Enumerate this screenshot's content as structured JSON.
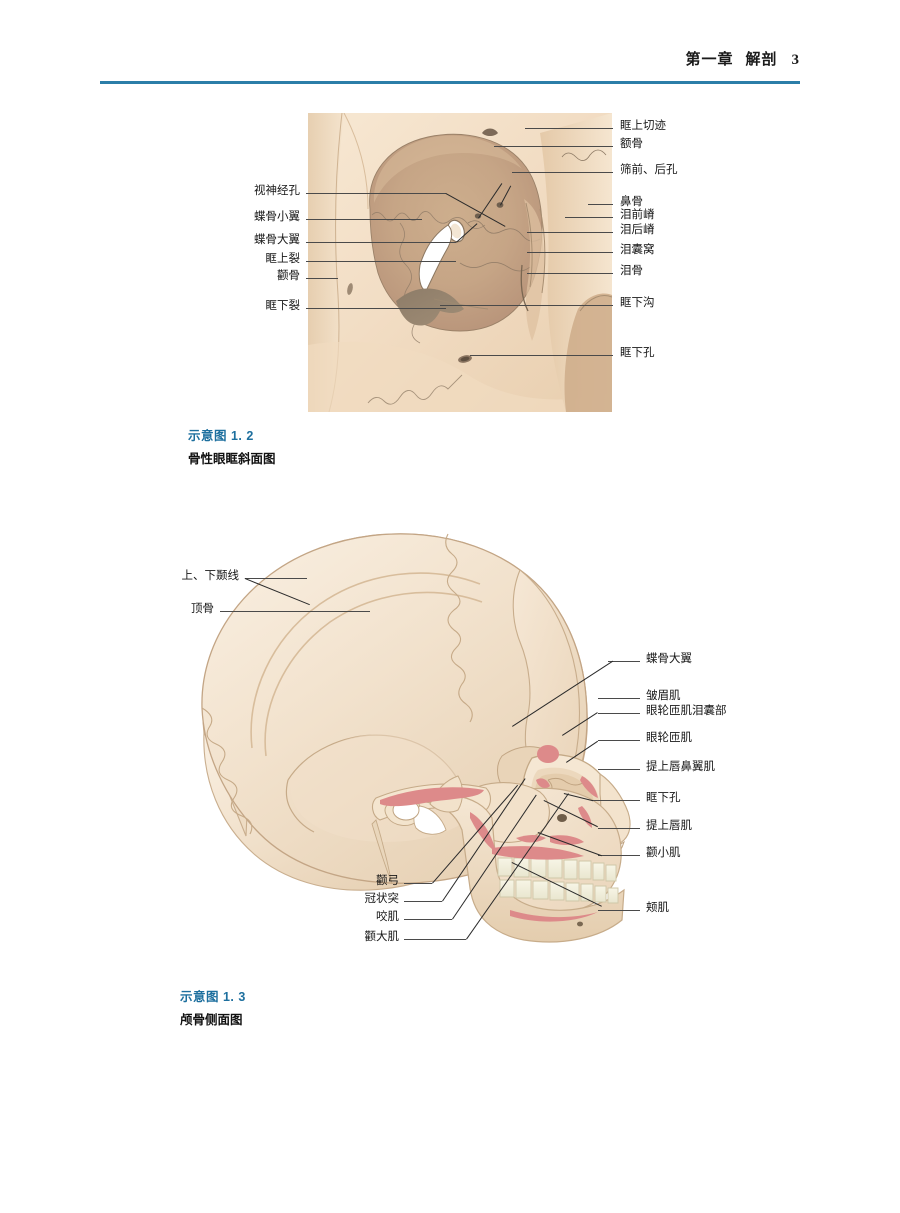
{
  "page": {
    "number": "3",
    "header_chapter": "第一章",
    "header_section": "解剖",
    "accent_color": "#2b7ea8",
    "caption_number_color": "#1d6f9e",
    "background_color": "#ffffff"
  },
  "figures": [
    {
      "id": "fig-1-2",
      "caption_number": "示意图 1. 2",
      "caption_title": "骨性眼眶斜面图",
      "palette": {
        "bone_light": "#f7e8d4",
        "bone_mid": "#e8d0b4",
        "bone_dark": "#c9a888",
        "shadow": "#8e7a66",
        "outline": "#9a8670"
      },
      "labels_left": [
        "视神经孔",
        "蝶骨小翼",
        "蝶骨大翼",
        "眶上裂",
        "颧骨",
        "眶下裂"
      ],
      "labels_right": [
        "眶上切迹",
        "额骨",
        "筛前、后孔",
        "鼻骨",
        "泪前嵴",
        "泪后嵴",
        "泪囊窝",
        "泪骨",
        "眶下沟",
        "眶下孔"
      ]
    },
    {
      "id": "fig-1-3",
      "caption_number": "示意图 1. 3",
      "caption_title": "颅骨侧面图",
      "palette": {
        "bone_light": "#f6e9d8",
        "bone_mid": "#ecd9c0",
        "bone_dark": "#dcc3a4",
        "muscle_pink": "#e08d8d",
        "tooth": "#f2f0dd",
        "outline": "#c4ab8c"
      },
      "labels_left_top": [
        "上、下颞线",
        "顶骨"
      ],
      "labels_left_bottom": [
        "颧弓",
        "冠状突",
        "咬肌",
        "颧大肌"
      ],
      "labels_right": [
        "蝶骨大翼",
        "皱眉肌",
        "眼轮匝肌泪囊部",
        "眼轮匝肌",
        "提上唇鼻翼肌",
        "眶下孔",
        "提上唇肌",
        "颧小肌",
        "颊肌"
      ]
    }
  ]
}
